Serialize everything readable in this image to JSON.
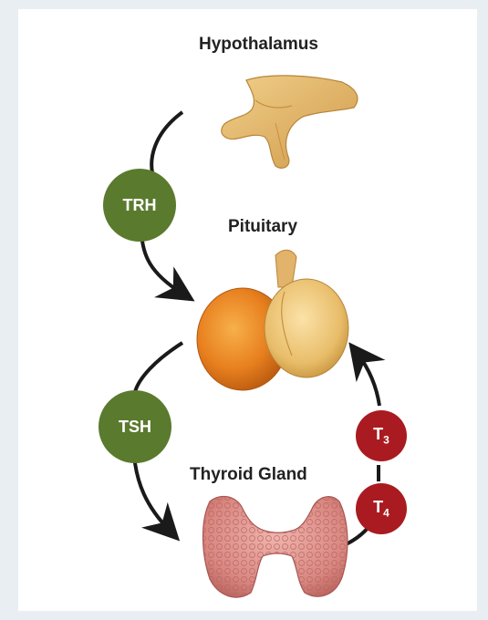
{
  "labels": {
    "hypothalamus": "Hypothalamus",
    "pituitary": "Pituitary",
    "thyroid": "Thyroid Gland"
  },
  "hormones": {
    "trh": "TRH",
    "tsh": "TSH",
    "t3": {
      "base": "T",
      "sub": "3"
    },
    "t4": {
      "base": "T",
      "sub": "4"
    }
  },
  "colors": {
    "green_badge": "#5a7a2e",
    "red_badge": "#a91b20",
    "arrow": "#1a1a1a"
  }
}
